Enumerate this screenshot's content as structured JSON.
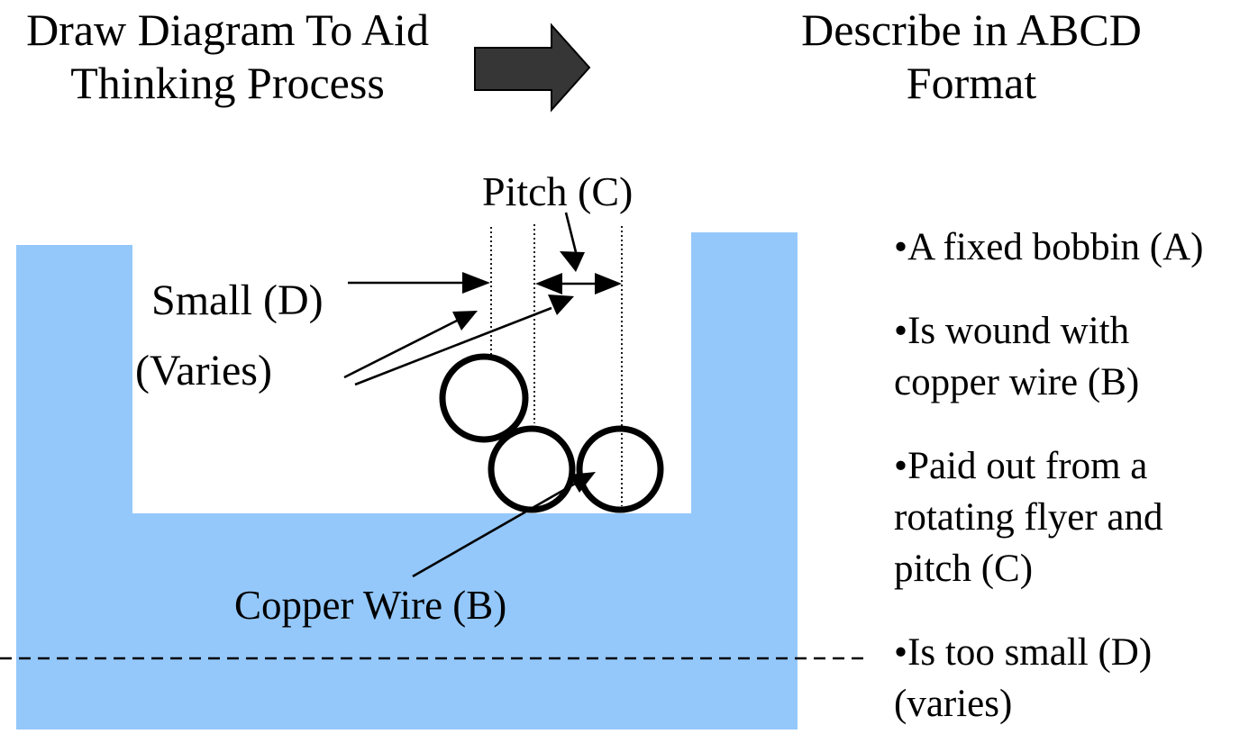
{
  "header": {
    "left_title": {
      "line1": "Draw Diagram To Aid",
      "line2": "Thinking Process"
    },
    "right_title": {
      "line1": "Describe in ABCD",
      "line2": "Format"
    }
  },
  "diagram": {
    "labels": {
      "pitch": "Pitch (C)",
      "small": "Small (D)",
      "varies": "(Varies)",
      "copper_wire": "Copper Wire (B)"
    },
    "colors": {
      "bobbin_fill": "#94c8fb",
      "process_arrow_fill": "#363636",
      "line_color": "#000000"
    }
  },
  "bullet_char": "•",
  "bullets": [
    {
      "lines": [
        "A fixed bobbin (A)"
      ]
    },
    {
      "lines": [
        "Is wound with",
        "copper wire (B)"
      ]
    },
    {
      "lines": [
        "Paid out from a",
        "rotating flyer and",
        "pitch (C)"
      ]
    },
    {
      "lines": [
        "Is too small (D)",
        "(varies)"
      ]
    }
  ]
}
